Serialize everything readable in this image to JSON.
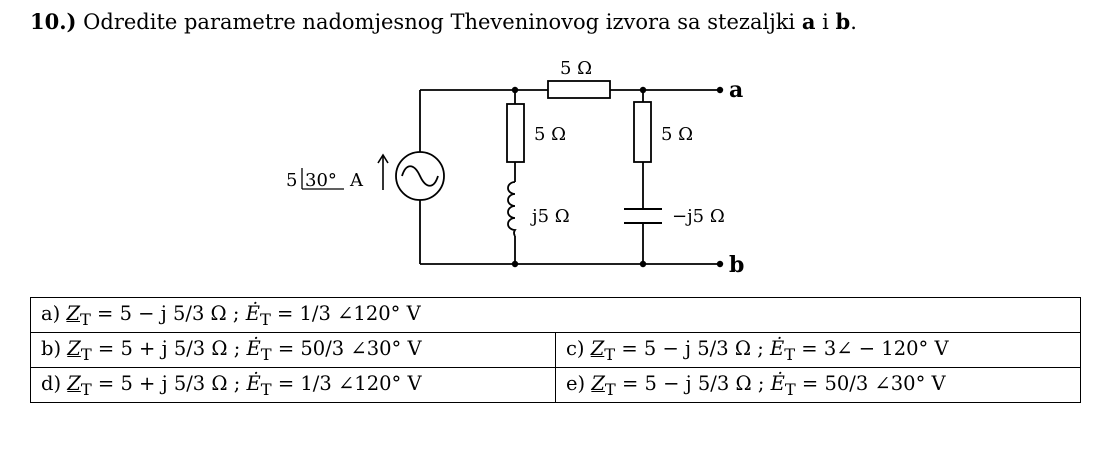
{
  "question": {
    "number": "10.)",
    "text_before": " Odredite parametre nadomjesnog Theveninovog izvora sa stezaljki ",
    "terminal_a": "a",
    "conj": " i ",
    "terminal_b": "b",
    "period": "."
  },
  "circuit": {
    "source": {
      "magnitude": "5",
      "angle": "30°",
      "unit": "A"
    },
    "r_top": "5 Ω",
    "r_left": "5 Ω",
    "r_right": "5 Ω",
    "inductor": "j5 Ω",
    "capacitor": "−j5 Ω",
    "terminal_a": "a",
    "terminal_b": "b"
  },
  "answers": {
    "a": {
      "label": "a)",
      "z_sym": "Z",
      "sub": "T",
      "z_val": " = 5 − j 5/3  Ω ; ",
      "e_sym": "Ė",
      "e_val": " = 1/3 ∠120° V"
    },
    "b": {
      "label": "b)",
      "z_sym": "Z",
      "sub": "T",
      "z_val": " = 5 + j 5/3  Ω ; ",
      "e_sym": "Ė",
      "e_val": " = 50/3 ∠30° V"
    },
    "c": {
      "label": "c)",
      "z_sym": "Z",
      "sub": "T",
      "z_val": " = 5 − j 5/3  Ω ; ",
      "e_sym": "Ė",
      "e_val": " = 3∠ − 120° V"
    },
    "d": {
      "label": "d)",
      "z_sym": "Z",
      "sub": "T",
      "z_val": " = 5 + j 5/3  Ω ; ",
      "e_sym": "Ė",
      "e_val": " = 1/3 ∠120° V"
    },
    "e": {
      "label": "e)",
      "z_sym": "Z",
      "sub": "T",
      "z_val": " = 5 − j 5/3  Ω ; ",
      "e_sym": "Ė",
      "e_val": " = 50/3 ∠30° V"
    }
  }
}
